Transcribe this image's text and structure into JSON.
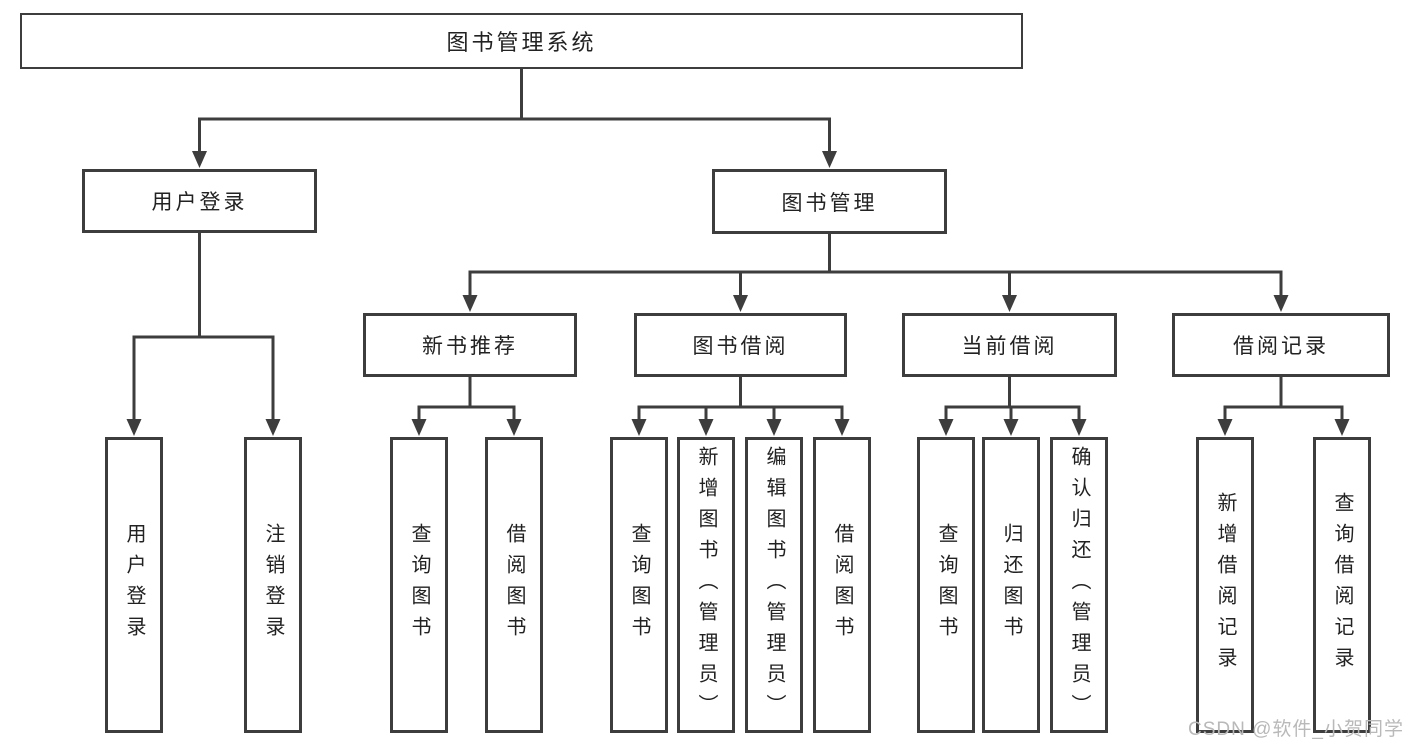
{
  "diagram": {
    "type": "hierarchy-tree",
    "line_color": "#3d3d3d",
    "box_background": "#ffffff",
    "text_color": "#222222"
  },
  "nodes": {
    "root": {
      "label": "图书管理系统"
    },
    "user_login": {
      "label": "用户登录"
    },
    "book_mgmt": {
      "label": "图书管理"
    },
    "new_book_rec": {
      "label": "新书推荐"
    },
    "book_borrow": {
      "label": "图书借阅"
    },
    "current_borrow": {
      "label": "当前借阅"
    },
    "borrow_records": {
      "label": "借阅记录"
    },
    "leaf_user_login": {
      "label": "用户登录"
    },
    "leaf_logout": {
      "label": "注销登录"
    },
    "leaf_nb_query": {
      "label": "查询图书"
    },
    "leaf_nb_borrow": {
      "label": "借阅图书"
    },
    "leaf_bb_query": {
      "label": "查询图书"
    },
    "leaf_bb_add": {
      "label": "新增图书（管理员）"
    },
    "leaf_bb_edit": {
      "label": "编辑图书（管理员）"
    },
    "leaf_bb_borrow": {
      "label": "借阅图书"
    },
    "leaf_cb_query": {
      "label": "查询图书"
    },
    "leaf_cb_return": {
      "label": "归还图书"
    },
    "leaf_cb_confirm": {
      "label": "确认归还（管理员）"
    },
    "leaf_br_add": {
      "label": "新增借阅记录"
    },
    "leaf_br_query": {
      "label": "查询借阅记录"
    }
  },
  "watermark": {
    "text": "CSDN @软件_小贺同学",
    "color": "#b9b9b9"
  }
}
